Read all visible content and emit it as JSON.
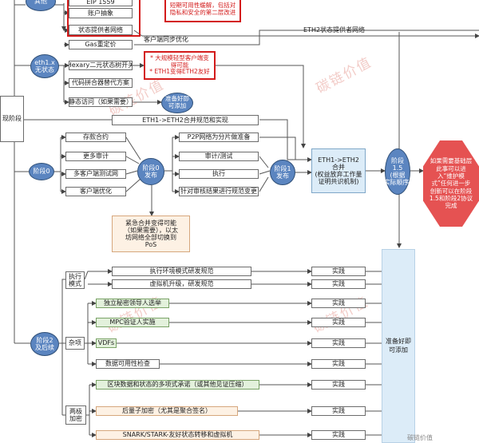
{
  "nodes": {
    "qita": "其他",
    "eip1559": "EIP 1559",
    "zhanghu": "账户抽象",
    "zhuangtai_wangluo": "状态提供者网络",
    "red_note": "短期可用性缓解，包括对\n隐私和安全的第二层改进",
    "kehuduan_tongbu": "客户端同步优化",
    "eth2_state_network": "ETH2状态提供者网络",
    "eth1x": "eth1.x\n无状态",
    "gas": "Gas重定价",
    "hexary": "Hexary二元状态树开关",
    "light_note": "* 大规模轻型客户端变\n得可能\n* ETH1变得ETH2友好",
    "daima": "代码拼合器替代方案",
    "jingtai": "静态访问（如果需要）",
    "zhunbei1": "准备好即\n可添加",
    "xianjieduan": "现阶段",
    "eth1_eth2_merge": "ETH1->ETH2合并规范和实现",
    "jieduan0": "阶段0",
    "cunkuan": "存款合约",
    "gengduo_shenji": "更多审计",
    "duokehu_ceshi": "多客户端测试网",
    "kehuduan_youhua": "客户端优化",
    "jieduan0_fabu": "阶段0\n发布",
    "p2p": "P2P网络为分片做准备",
    "shenji_ceshi": "审计/测试",
    "zhixing": "执行",
    "zhendui": "针对审核结果进行规范变更",
    "jieduan1_fabu": "阶段1\n发布",
    "eth_merge_box": "ETH1->ETH2\n合并\n(权益放弃工作量\n证明共识机制)",
    "jieduan15": "阶段\n1.5\n(根据\n实际顺序)",
    "red_octagon": "如果需要基础层\n此事可以进\n入“维护模\n式”任何进一步\n创新可以在阶段\n1.5和阶段2协议\n完成",
    "jinji": "紧急合并变得可能\n（如果需要），以太\n坊网络全部切换到\nPoS",
    "jieduan2": "阶段2\n及后续",
    "zhixing_moshi": "执行\n模式",
    "zhixing_huanjing": "执行环境模式研发规范",
    "xuni_jiqi": "虚拟机升级，研发规范",
    "zaxiang": "杂项",
    "duli_mimi": "独立秘密领导人选举",
    "mpc": "MPC验证人实施",
    "vdfs": "VDFs",
    "shuju_keyong": "数据可用性检查",
    "liangji_jiami": "两极\n加密",
    "qukuai_shuju": "区块数据和状态的多项式承诺（或其他见证压缩）",
    "houliangzi": "后量子加密（尤其是聚合签名）",
    "snark": "SNARK/STARK-友好状态转移和虚拟机",
    "zhunbei2": "准备好即\n可添加",
    "shijian": "实践",
    "watermark": "碳链价值",
    "footer": "碳链价值"
  },
  "colors": {
    "accent_blue": "#5b85c0",
    "red": "#d31b1b",
    "octagon_red": "#e55252",
    "green_fill": "#e3f1dc",
    "peach_fill": "#fdf1e4",
    "blue_fill": "#dcecf8"
  }
}
